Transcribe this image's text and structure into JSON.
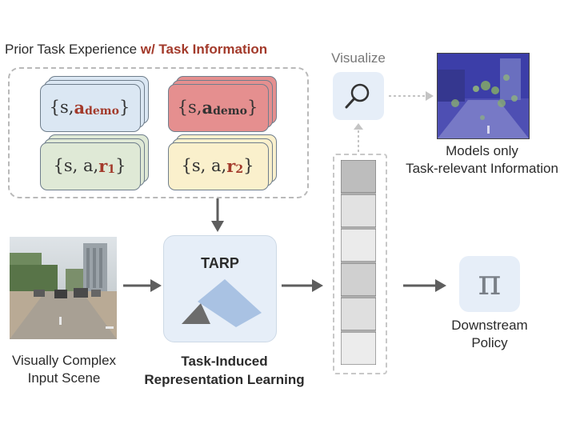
{
  "heading": {
    "prefix": "Prior Task Experience ",
    "accent": "w/ Task Information"
  },
  "tuples": {
    "demo_1": {
      "a": "{s, ",
      "bold": "a",
      "sub": "demo",
      "close": "}"
    },
    "demo_2": {
      "a": "{s, ",
      "bold": "a",
      "sub": "demo",
      "close": "}"
    },
    "reward_1": {
      "a": "{s, a, ",
      "bold": "r",
      "sub": "1",
      "close": "}"
    },
    "reward_2": {
      "a": "{s, a, ",
      "bold": "r",
      "sub": "2",
      "close": "}"
    }
  },
  "visualize_label": "Visualize",
  "models_caption": {
    "line1": "Models only",
    "line2": "Task-relevant Information"
  },
  "input_caption": {
    "line1": "Visually Complex",
    "line2": "Input Scene"
  },
  "tarp": {
    "label": "TARP",
    "caption_line1": "Task-Induced",
    "caption_line2": "Representation Learning"
  },
  "policy": {
    "symbol": "π",
    "line1": "Downstream",
    "line2": "Policy"
  },
  "colors": {
    "card_blue": "#dbe7f3",
    "card_red": "#e58f8f",
    "card_green": "#dfe9d6",
    "card_yellow": "#faf0cc",
    "accent_red": "#a33a2b",
    "panel_blue": "#e6eef8",
    "arrow_gray": "#5e5e5e"
  },
  "representation_cells": [
    0.55,
    0.85,
    0.92,
    0.7,
    0.82,
    0.93
  ]
}
